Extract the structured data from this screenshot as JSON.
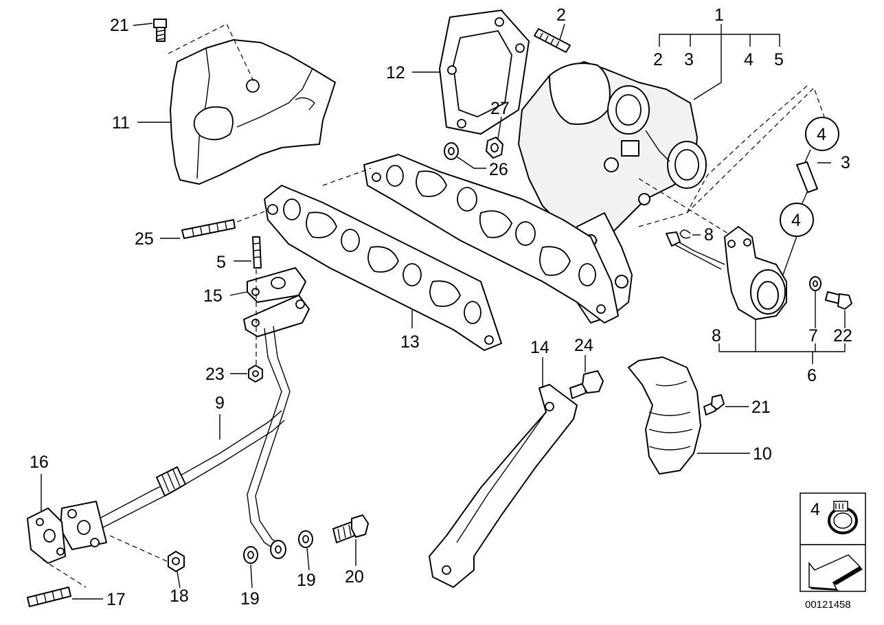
{
  "labels": {
    "l1": "1",
    "l2a": "2",
    "l2b": "2",
    "l3a": "3",
    "l3b": "3",
    "l4a": "4",
    "l4b": "4",
    "l4c": "4",
    "l4d": "4",
    "l5a": "5",
    "l5b": "5",
    "l6": "6",
    "l7": "7",
    "l8a": "8",
    "l8b": "8",
    "l9": "9",
    "l10": "10",
    "l11": "11",
    "l12": "12",
    "l13": "13",
    "l14": "14",
    "l15": "15",
    "l16": "16",
    "l17": "17",
    "l18": "18",
    "l19a": "19",
    "l19b": "19",
    "l20": "20",
    "l21a": "21",
    "l21b": "21",
    "l22": "22",
    "l23": "23",
    "l24": "24",
    "l25": "25",
    "l26": "26",
    "l27": "27"
  },
  "inset_label": "4",
  "diagram_number": "00121458"
}
